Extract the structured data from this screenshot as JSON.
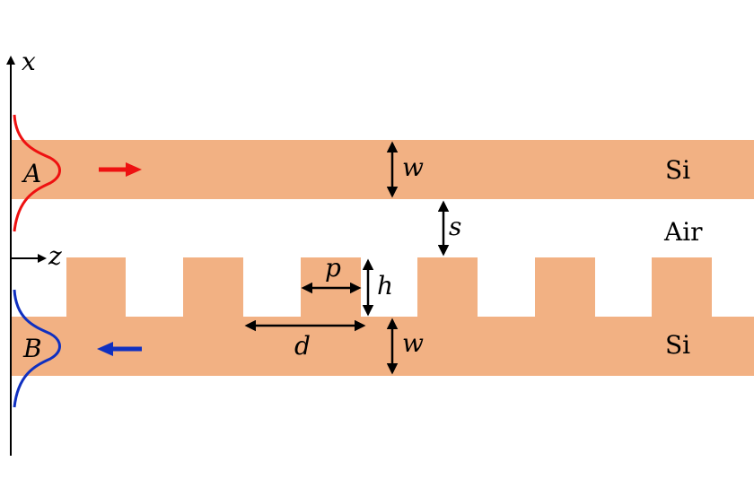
{
  "colors": {
    "silicon": "#F2B183",
    "mode_a": "#EE1111",
    "mode_b": "#1030C0",
    "ink": "#000000"
  },
  "axes": {
    "vertical_label": "x",
    "horizontal_label": "z"
  },
  "modes": {
    "a_label": "A",
    "b_label": "B"
  },
  "materials": {
    "top": "Si",
    "gap": "Air",
    "bottom": "Si"
  },
  "dimensions": {
    "top_width": "w",
    "separation": "s",
    "tooth_width": "p",
    "tooth_height": "h",
    "period": "d",
    "bottom_width": "w"
  }
}
